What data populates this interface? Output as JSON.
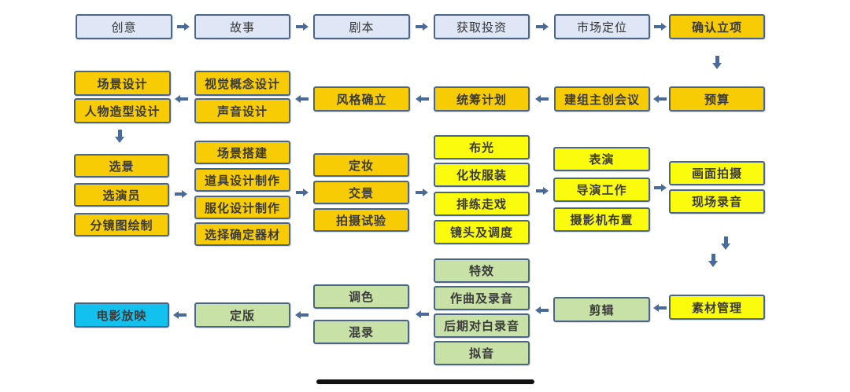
{
  "diagram": {
    "title": "电影制作流程",
    "colors": {
      "development": "#dfe7f6",
      "preproduction": "#f7cc04",
      "production": "#fbfb0e",
      "postproduction": "#c7e1a6",
      "release": "#13c1ef",
      "border": "#4a6585",
      "arrow": "#4a6a9a"
    },
    "row1": [
      "创意",
      "故事",
      "剧本",
      "获取投资",
      "市场定位",
      "确认立项"
    ],
    "row2": {
      "budget": "预算",
      "crew_meeting": "建组主创会议",
      "planning": "统筹计划",
      "style": "风格确立",
      "concept_group": [
        "视觉概念设计",
        "声音设计"
      ],
      "design_group": [
        "场景设计",
        "人物造型设计"
      ]
    },
    "row3": {
      "scouting_group": [
        "选景",
        "选演员",
        "分镜图绘制"
      ],
      "build_group": [
        "场景搭建",
        "道具设计制作",
        "服化设计制作",
        "选择确定器材"
      ],
      "test_group": [
        "定妆",
        "交景",
        "拍摄试验"
      ],
      "setup_group": [
        "布光",
        "化妆服装",
        "排练走戏",
        "镜头及调度"
      ],
      "perform_group": [
        "表演",
        "导演工作",
        "摄影机布置"
      ],
      "shoot_group": [
        "画面拍摄",
        "现场录音"
      ]
    },
    "row4": {
      "assets": "素材管理",
      "editing": "剪辑",
      "post_group": [
        "特效",
        "作曲及录音",
        "后期对白录音",
        "拟音"
      ],
      "finishing_group": [
        "调色",
        "混录"
      ],
      "final": "定版",
      "release": "电影放映"
    }
  }
}
